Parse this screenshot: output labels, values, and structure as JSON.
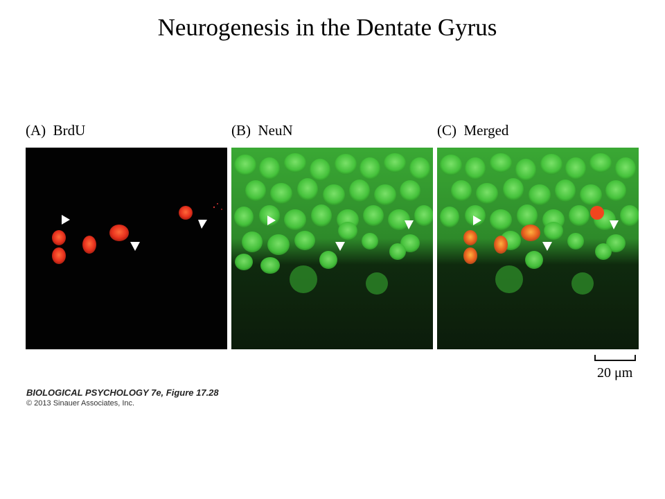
{
  "slide": {
    "title": "Neurogenesis in the Dentate Gyrus"
  },
  "panels": [
    {
      "label": "(A)  BrdU",
      "stain": "BrdU",
      "color": "#e8321e"
    },
    {
      "label": "(B)  NeuN",
      "stain": "NeuN",
      "color": "#3fc23a"
    },
    {
      "label": "(C)  Merged",
      "stain": "Merged",
      "color": "#e8621e"
    }
  ],
  "scale_bar": {
    "label": "20 μm"
  },
  "credit": {
    "title": "BIOLOGICAL PSYCHOLOGY 7e, Figure 17.28",
    "copyright": "© 2013 Sinauer Associates, Inc."
  }
}
